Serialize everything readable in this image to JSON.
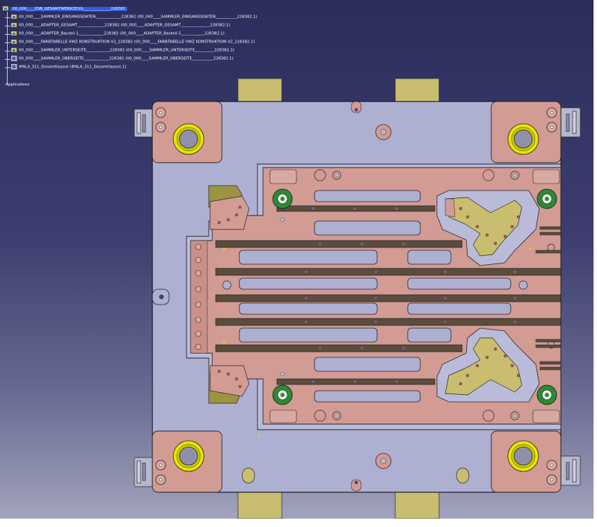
{
  "tree": {
    "root": "00_000____ZSB_GESAMTWERKZEUG______________228382",
    "items": [
      {
        "label": "00_000____SAMMLER_EINGANGSDATEN_____________228382 (00_000____SAMMLER_EINGANGSDATEN___________228382.1)",
        "icon": "product-icon"
      },
      {
        "label": "00_000____ADAPTER_GESAMT______________228382 (00_000____ADAPTER_GESAMT_______________228382.1)",
        "icon": "product-icon"
      },
      {
        "label": "00_000____ADAPTER_Bauteil-1_____________228382 (00_000____ADAPTER_Bauteil-1____________228382.1)",
        "icon": "product-icon"
      },
      {
        "label": "00_000____FARBTABELLE VWZ KONSTRUKTION V2_228382 (00_000____FARBTABELLE VWZ KONSTRUKTION V2_228382.1)",
        "icon": "product-icon"
      },
      {
        "label": "00_000____SAMMLER_UNTERSEITE____________228382 (00_000____SAMMLER_UNTERSEITE__________228382.1)",
        "icon": "product-icon"
      },
      {
        "label": "00_000____SAMMLER_OBERSEITE_____________228382 (00_000____SAMMLER_OBERSEITE___________228382.1)",
        "icon": "part-icon"
      },
      {
        "label": "#NLA_311_Gesamtlayout (#NLA_311_Gesamtlayout.1)",
        "icon": "part-icon"
      }
    ],
    "applications": "Applications"
  },
  "colors": {
    "background_top": "#2b2d5d",
    "background_bottom": "#a6a7bf",
    "base_plate": "#aeb0d2",
    "pink_plate": "#d29b94",
    "olive": "#c9bd6f",
    "green": "#2d8a33",
    "yellow_ring": "#e8e400",
    "highlight": "#2f5ee0"
  }
}
